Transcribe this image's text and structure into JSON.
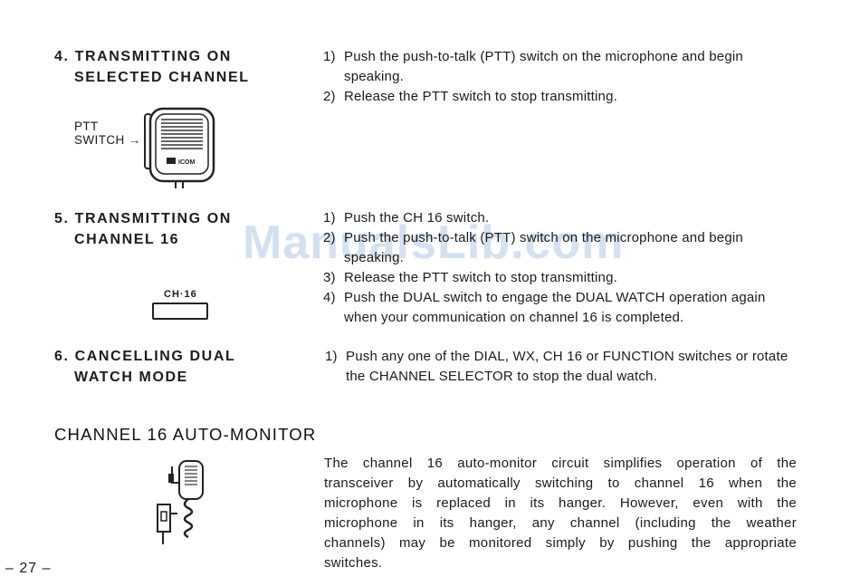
{
  "sections": [
    {
      "number": "4.",
      "heading_lines": [
        "TRANSMITTING ON",
        "SELECTED CHANNEL"
      ],
      "steps": [
        {
          "num": "1)",
          "text": "Push the push-to-talk (PTT) switch on the microphone and begin speaking."
        },
        {
          "num": "2)",
          "text": "Release the PTT switch to stop transmitting."
        }
      ],
      "figure_label_line1": "PTT",
      "figure_label_line2": "SWITCH →",
      "logo_text": "ICOM"
    },
    {
      "number": "5.",
      "heading_lines": [
        "TRANSMITTING ON",
        "CHANNEL 16"
      ],
      "steps": [
        {
          "num": "1)",
          "text": "Push the CH 16 switch."
        },
        {
          "num": "2)",
          "text": "Push the push-to-talk (PTT) switch on the microphone and begin speaking."
        },
        {
          "num": "3)",
          "text": "Release the PTT switch to stop transmitting."
        },
        {
          "num": "4)",
          "text": "Push the DUAL switch to engage the DUAL WATCH operation again when your communication on channel 16 is completed."
        }
      ],
      "button_label": "CH·16"
    },
    {
      "number": "6.",
      "heading_lines": [
        "CANCELLING DUAL",
        "WATCH MODE"
      ],
      "steps": [
        {
          "num": "1)",
          "text": "Push any one of the DIAL, WX, CH 16 or FUNCTION switches or rotate the CHANNEL SELECTOR to stop the dual watch."
        }
      ]
    }
  ],
  "auto_monitor": {
    "title": "CHANNEL 16 AUTO-MONITOR",
    "body_lines": [
      "The channel 16 auto-monitor circuit simplifies operation of the",
      "transceiver by automatically switching to channel 16 when the",
      "microphone is replaced in its hanger. However, even with the",
      "microphone in its hanger, any channel (including the weather",
      "channels) may be monitored simply by pushing the appropriate",
      "switches."
    ]
  },
  "watermark": "ManualsLib.com",
  "page_number": "– 27 –"
}
